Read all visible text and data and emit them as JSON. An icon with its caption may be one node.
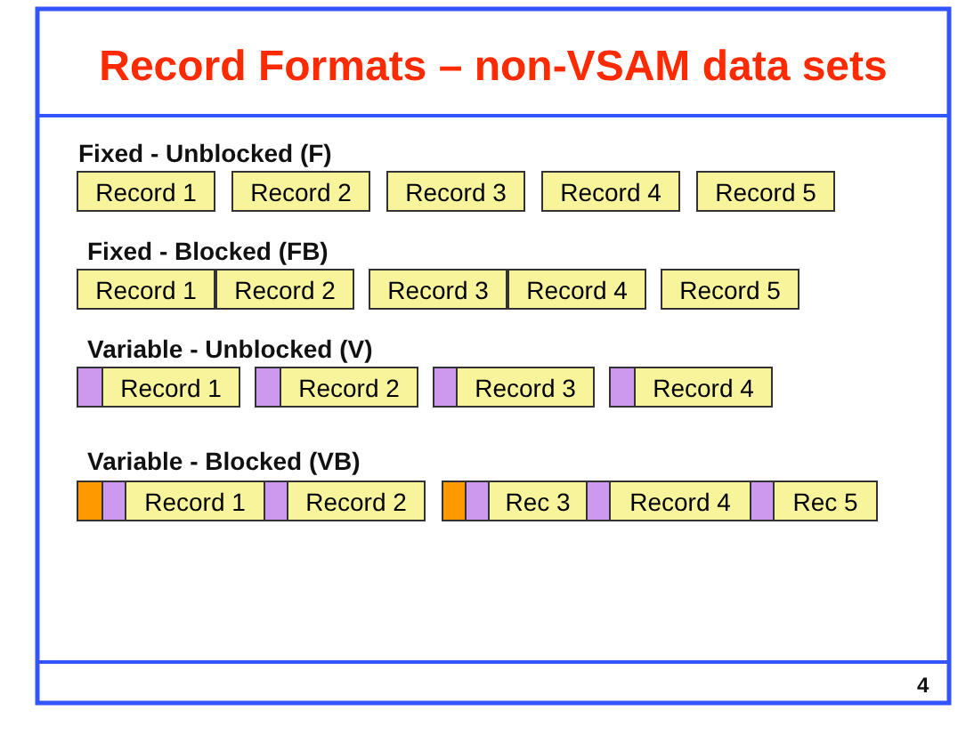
{
  "diagram": {
    "title": "Record Formats – non-VSAM data sets",
    "nodes": [
      {
        "text": [
          "Record 1"
        ]
      },
      {
        "text": [
          "Record 2"
        ]
      },
      {
        "text": [
          "Record 3"
        ]
      },
      {
        "text": [
          "Record 4"
        ]
      },
      {
        "text": [
          "Record 5"
        ]
      },
      {
        "text": [
          "Record 1"
        ]
      },
      {
        "text": [
          "Record 2"
        ]
      },
      {
        "text": [
          "Record 3"
        ]
      },
      {
        "text": [
          "Record 4"
        ]
      },
      {
        "text": [
          "Record 5"
        ]
      },
      {
        "text": [],
        "shape": "box"
      },
      {
        "text": [
          "Record 1"
        ]
      },
      {
        "text": [],
        "shape": "box"
      },
      {
        "text": [
          "Record 2"
        ]
      },
      {
        "text": [],
        "shape": "box"
      },
      {
        "text": [
          "Record 3"
        ]
      },
      {
        "text": [],
        "shape": "box"
      },
      {
        "text": [
          "Record 4"
        ]
      },
      {
        "text": [],
        "shape": "bar"
      },
      {
        "text": [],
        "shape": "box"
      },
      {
        "text": [
          "Record 1"
        ]
      },
      {
        "text": [],
        "shape": "box"
      },
      {
        "text": [
          "Record 2"
        ]
      },
      {
        "text": [],
        "shape": "bar"
      },
      {
        "text": [],
        "shape": "box"
      },
      {
        "text": [
          "Rec 3"
        ]
      },
      {
        "text": [],
        "shape": "box"
      },
      {
        "text": [
          "Record 4"
        ]
      },
      {
        "text": [],
        "shape": "box"
      },
      {
        "text": [
          "Rec 5"
        ]
      }
    ],
    "labels": [
      "Fixed - Unblocked (F)",
      "Fixed - Blocked (FB)",
      "Variable - Unblocked (V)",
      "Variable - Blocked (VB)",
      "4"
    ]
  }
}
